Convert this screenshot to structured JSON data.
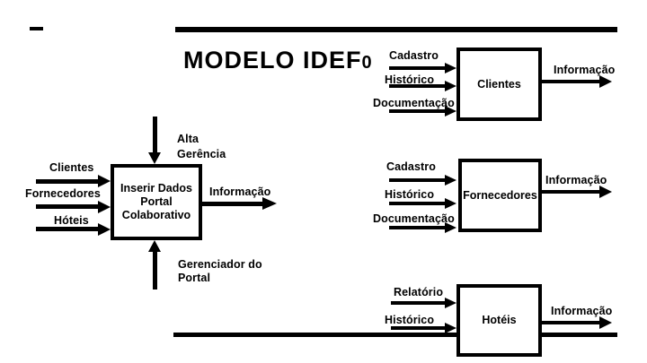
{
  "slide": {
    "title_main": "MODELO IDEF",
    "title_zero": "0"
  },
  "colors": {
    "ink": "#000000",
    "paper": "#ffffff"
  },
  "center_activity": {
    "box_lines": [
      "Inserir Dados",
      "Portal",
      "Colaborativo"
    ],
    "inputs": [
      "Clientes",
      "Fornecedores",
      "Hóteis"
    ],
    "control_lines": [
      "Alta",
      "Gerência"
    ],
    "mechanism_lines": [
      "Gerenciador do",
      "Portal"
    ],
    "output": "Informação"
  },
  "entities": [
    {
      "name": "Clientes",
      "inputs": [
        "Cadastro",
        "Histórico",
        "Documentação"
      ],
      "output": "Informação"
    },
    {
      "name": "Fornecedores",
      "inputs": [
        "Cadastro",
        "Histórico",
        "Documentação"
      ],
      "output": "Informação"
    },
    {
      "name": "Hotéis",
      "inputs": [
        "Relatório",
        "Histórico"
      ],
      "output": "Informação"
    }
  ]
}
